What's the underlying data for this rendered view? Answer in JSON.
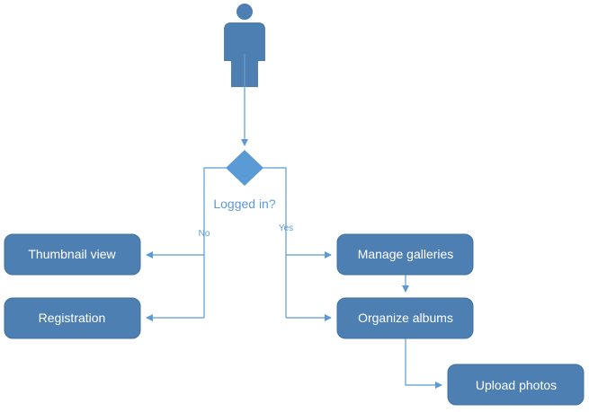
{
  "colors": {
    "node_fill": "#4d7fb3",
    "node_stroke": "#41719c",
    "connector": "#5b9bd5",
    "decision_fill": "#5b9bd5",
    "decision_text": "#5b9bd5",
    "actor_fill": "#4d7fb3"
  },
  "actor": {
    "icon": "user-figure-icon"
  },
  "decision": {
    "label": "Logged in?",
    "no_label": "No",
    "yes_label": "Yes"
  },
  "nodes": {
    "thumbnail_view": "Thumbnail view",
    "registration": "Registration",
    "manage_galleries": "Manage galleries",
    "organize_albums": "Organize albums",
    "upload_photos": "Upload photos"
  }
}
